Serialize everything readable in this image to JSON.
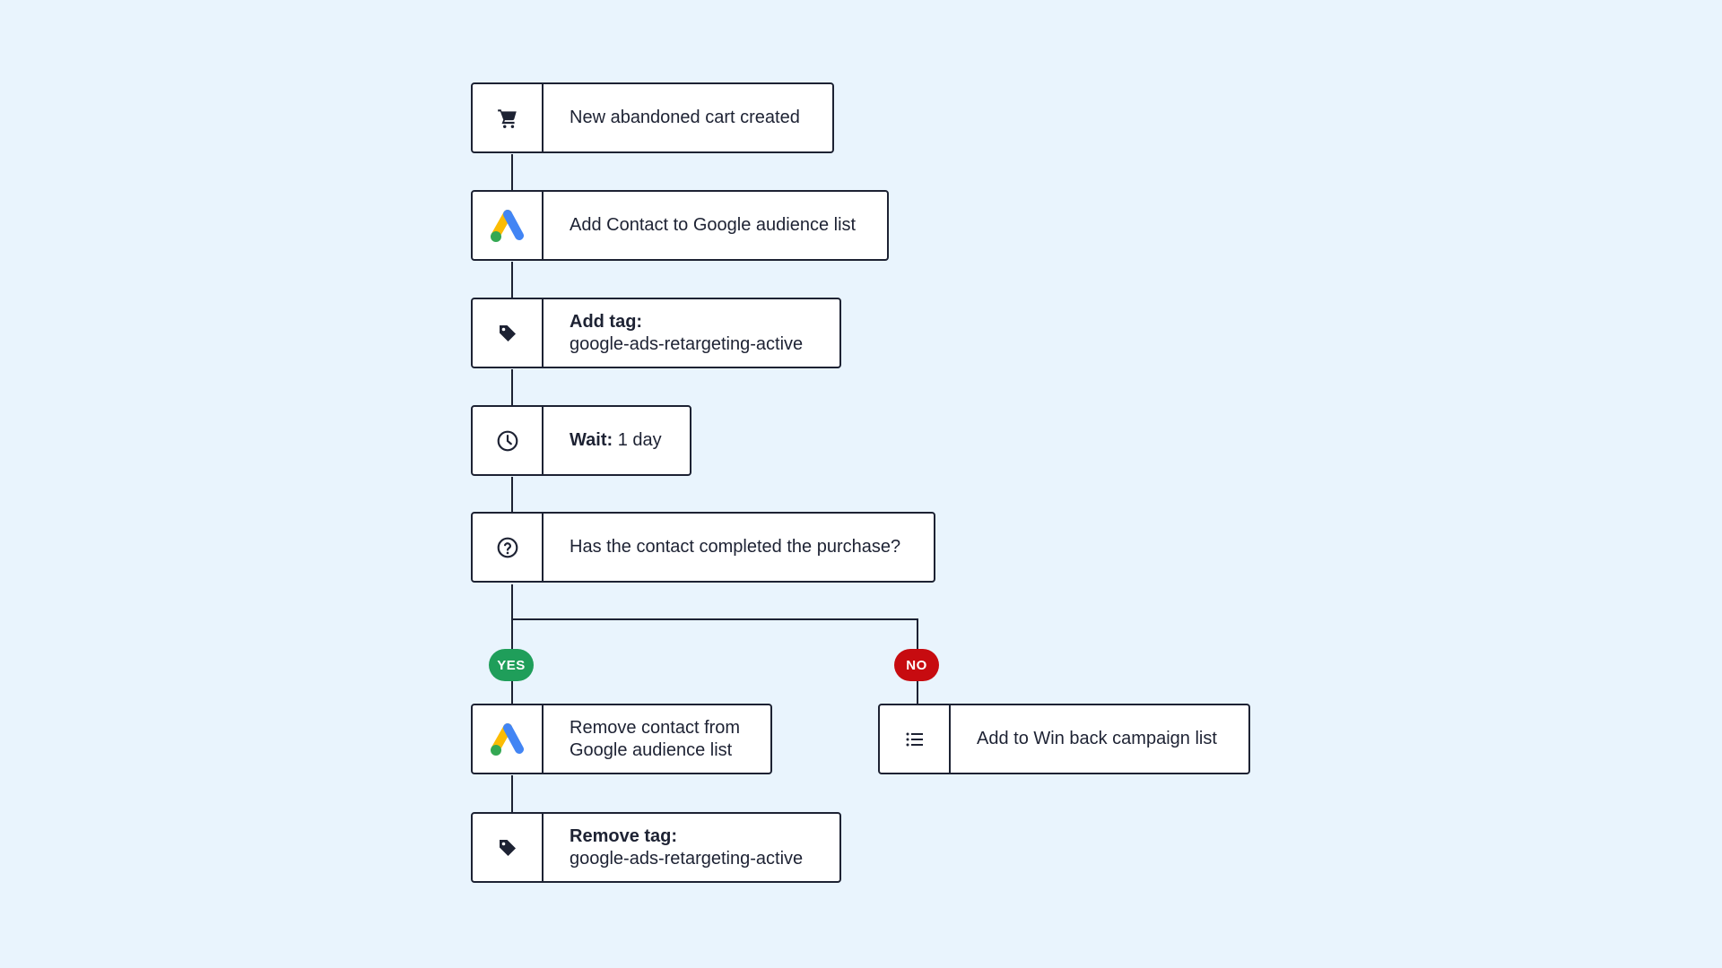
{
  "steps": {
    "trigger": {
      "icon": "cart-icon",
      "text": "New abandoned cart created"
    },
    "add_audience": {
      "icon": "google-ads-icon",
      "text": "Add Contact to Google audience list"
    },
    "add_tag": {
      "icon": "tag-icon",
      "label": "Add tag:",
      "value": "google-ads-retargeting-active"
    },
    "wait": {
      "icon": "clock-icon",
      "label": "Wait:",
      "value": "1 day"
    },
    "condition": {
      "icon": "question-icon",
      "text": "Has the contact completed the purchase?"
    },
    "remove_audience": {
      "icon": "google-ads-icon",
      "line1": "Remove contact from",
      "line2": "Google audience list"
    },
    "remove_tag": {
      "icon": "tag-icon",
      "label": "Remove tag:",
      "value": "google-ads-retargeting-active"
    },
    "win_back": {
      "icon": "list-icon",
      "text": "Add to Win back campaign list"
    }
  },
  "branches": {
    "yes": "YES",
    "no": "NO"
  },
  "colors": {
    "background": "#e9f4fd",
    "line": "#1d2233",
    "yes": "#1f9e5a",
    "no": "#c70b10",
    "google_blue": "#4285f4",
    "google_yellow": "#fbbc04",
    "google_green": "#34a853"
  }
}
